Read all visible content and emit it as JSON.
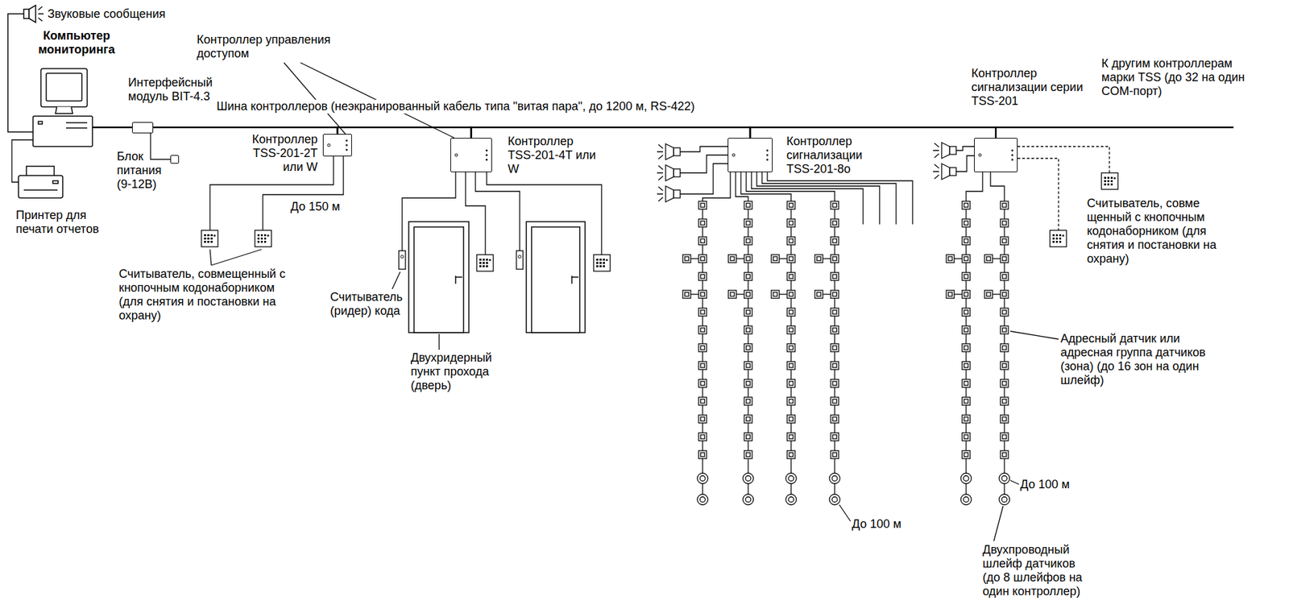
{
  "diagram": {
    "nodes": [
      {
        "text": [
          "Компьютер мониторинга"
        ]
      },
      {
        "text": [
          "Принтер для печати отчетов"
        ]
      },
      {
        "text": [
          "Интерфейсный модуль BIT-4.3"
        ]
      },
      {
        "text": [
          "Блок питания (9-12В)"
        ]
      },
      {
        "text": [
          "Контроллер TSS-201-2T или W"
        ]
      },
      {
        "text": [
          "Контроллер TSS-201-4T или W"
        ]
      },
      {
        "text": [
          "Контроллер сигнализации TSS-201-8o"
        ]
      },
      {
        "text": [
          "Контроллер сигнализации серии TSS-201"
        ]
      }
    ],
    "edges": [
      {
        "from": 0,
        "to": 2,
        "arrow": "none"
      },
      {
        "from": 0,
        "to": 1,
        "arrow": "none"
      },
      {
        "from": 2,
        "to": 3,
        "arrow": "none"
      },
      {
        "from": 2,
        "to": 4,
        "arrow": "none"
      },
      {
        "from": 4,
        "to": 5,
        "arrow": "none"
      },
      {
        "from": 5,
        "to": 6,
        "arrow": "none"
      },
      {
        "from": 6,
        "to": 7,
        "arrow": "none"
      }
    ],
    "labels": [
      "Звуковые сообщения",
      "Контроллер управления доступом",
      "Шина контроллеров (неэкранированный кабель типа \"витая пара\", до 1200 м, RS-422)",
      "К другим контроллерам марки TSS (до 32 на один COM-порт)",
      "До 150 м",
      "Считыватель, совмещенный с кнопочным кодонаборником (для снятия и постановки на охрану)",
      "Считыватель (ридер) кода",
      "Двухридерный пункт прохода (дверь)",
      "До 100 м",
      "Считыватель, совме щенный с кнопочным кодонаборником (для снятия и постановки на охрану)",
      "Адресный датчик или адресная группа датчиков (зона) (до 16 зон на один шлейф)",
      "До 100 м",
      "Двухпроводный шлейф датчиков (до 8 шлейфов на один контроллер)"
    ]
  }
}
